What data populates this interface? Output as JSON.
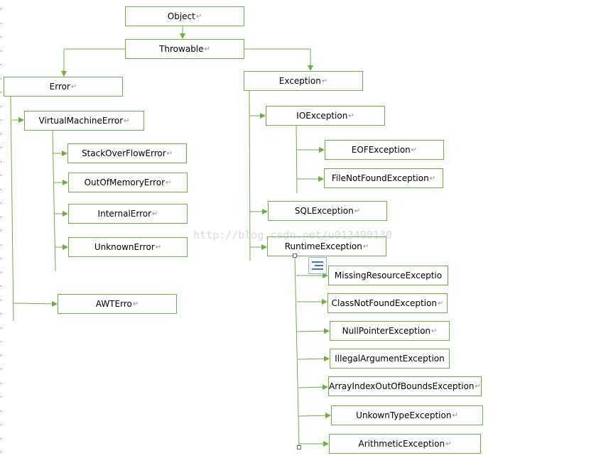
{
  "colors": {
    "line": "#70ad47",
    "box_border": "#70ad47",
    "text": "#000000"
  },
  "paragraph_mark": "↵",
  "watermark": "http://blog.csdn.net/u013490130",
  "nodes": {
    "object": "Object",
    "throwable": "Throwable",
    "error": "Error",
    "exception": "Exception",
    "virtual_machine_error": "VirtualMachineError",
    "stack_overflow_error": "StackOverFlowError",
    "out_of_memory_error": "OutOfMemoryError",
    "internal_error": "InternalError",
    "unknown_error": "UnknownError",
    "awt_error": "AWTErro",
    "io_exception": "IOException",
    "eof_exception": "EOFException",
    "file_not_found_exception": "FileNotFoundException",
    "sql_exception": "SQLException",
    "runtime_exception": "RuntimeException",
    "missing_resource_exception": "MissingResourceExceptio",
    "class_not_found_exception": "ClassNotFoundException",
    "null_pointer_exception": "NullPointerException",
    "illegal_argument_exception": "IllegalArgumentException",
    "array_index_out_of_bounds_exception": "ArrayIndexOutOfBoundsException",
    "unkown_type_exception": "UnkownTypeException",
    "arithmetic_exception": "ArithmeticException"
  }
}
